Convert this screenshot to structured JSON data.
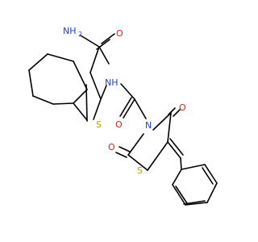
{
  "colors": {
    "bond": "#000000",
    "nitrogen": "#1f3fd8",
    "oxygen": "#e0201b",
    "sulfur": "#b2a200",
    "background": "#ffffff"
  },
  "molecule": {
    "labels": {
      "amide_nh2": "NH",
      "amide_nh2_sub": "2",
      "amide_o": "O",
      "thiophene_s": "S",
      "amide_nh": "NH",
      "acetyl_o": "O",
      "tzd_n": "N",
      "tzd_o_upper": "O",
      "tzd_o_lower": "O",
      "tzd_s": "S"
    }
  }
}
